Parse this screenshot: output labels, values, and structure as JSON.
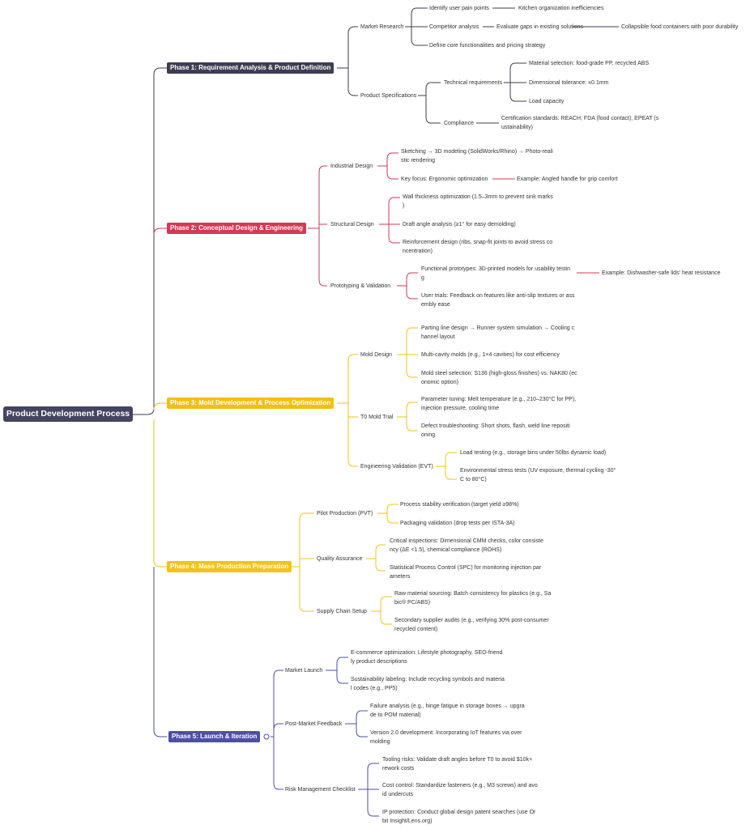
{
  "root": "Product Development Process",
  "colors": {
    "p1": "#3d3d52",
    "p2": "#d23a54",
    "p3": "#f0c010",
    "p4": "#f3c316",
    "p5": "#4e4fa3"
  },
  "p1": {
    "title": "Phase 1: Requirement Analysis & Product Definition",
    "market_research": "Market Research",
    "identify": "Identify user pain points",
    "kitchen": "Kitchen organization inefficiencies",
    "competitor": "Competitor analysis",
    "evaluate": "Evaluate gaps in existing solutions",
    "collapsible": "Collapsible food containers with poor durability",
    "define": "Define core functionalities and pricing strategy",
    "product_specs": "Product Specifications",
    "technical": "Technical requirements",
    "material": "Material selection: food-grade PP, recycled ABS",
    "dimensional": "Dimensional tolerance: ±0.1mm",
    "load": "Load capacity",
    "compliance": "Compliance",
    "cert": "Certification standards: REACH, FDA (food contact), EPEAT (s\nustainability)"
  },
  "p2": {
    "title": "Phase 2: Conceptual Design & Engineering",
    "industrial": "Industrial Design",
    "sketching": "Sketching → 3D modeling (SolidWorks/Rhino) → Photo-reali\nstic rendering",
    "keyfocus": "Key focus: Ergonomic optimization",
    "angled": "Example: Angled handle for grip comfort",
    "structural": "Structural Design",
    "wall": "Wall thickness optimization (1.5–3mm to prevent sink marks\n)",
    "draft": "Draft angle analysis (≥1° for easy demolding)",
    "reinforce": "Reinforcement design (ribs, snap-fit joints to avoid stress co\nncentration)",
    "prototyping": "Prototyping & Validation",
    "functional": "Functional prototypes: 3D-printed models for usability testin\ng",
    "dishwasher": "Example: Dishwasher-safe lids' heat resistance",
    "usertrials": "User trials: Feedback on features like anti-slip textures or ass\nembly ease"
  },
  "p3": {
    "title": "Phase 3: Mold Development & Process Optimization",
    "mold_design": "Mold Design",
    "parting": "Parting line design → Runner system simulation → Cooling c\nhannel layout",
    "multicavity": "Multi-cavity molds (e.g., 1×4 cavities) for cost efficiency",
    "steel": "Mold steel selection: S136 (high-gloss finishes) vs. NAK80 (ec\nonomic option)",
    "t0": "T0 Mold Trial",
    "parameter": "Parameter tuning: Melt temperature (e.g., 210–230°C for PP),\ninjection pressure, cooling time",
    "defect": "Defect troubleshooting: Short shots, flash, weld line repositi\noning",
    "evt": "Engineering Validation (EVT)",
    "loadtest": "Load testing (e.g., storage bins under 50lbs dynamic load)",
    "envstress": "Environmental stress tests (UV exposure, thermal cycling -30°\nC to 80°C)"
  },
  "p4": {
    "title": "Phase 4: Mass Production Preparation",
    "pilot": "Pilot Production (PVT)",
    "process": "Process stability verification (target yield ≥98%)",
    "packaging": "Packaging validation (drop tests per ISTA-3A)",
    "qa": "Quality Assurance",
    "critical": "Critical inspections: Dimensional CMM checks, color consiste\nncy (ΔE <1.5), chemical compliance (ROHS)",
    "spc": "Statistical Process Control (SPC) for monitoring injection par\nameters",
    "supply": "Supply Chain Setup",
    "raw": "Raw material sourcing: Batch consistency for plastics (e.g., Sa\nbic® PC/ABS)",
    "secondary": "Secondary supplier audits (e.g., verifying 30% post-consumer\nrecycled content)"
  },
  "p5": {
    "title": "Phase 5: Launch & Iteration",
    "market_launch": "Market Launch",
    "ecommerce": "E-commerce optimization: Lifestyle photography, SEO-friend\nly product descriptions",
    "sustain": "Sustainability labeling: Include recycling symbols and materia\nl codes (e.g., PP5)",
    "postmarket": "Post-Market Feedback",
    "failure": "Failure analysis (e.g., hinge fatigue in storage boxes → upgra\nde to POM material)",
    "version": "Version 2.0 development: Incorporating IoT features via over\nmolding",
    "risk": "Risk Management Checklist",
    "tooling": "Tooling risks: Validate draft angles before T0 to avoid $10k+\nrework costs",
    "cost": "Cost control: Standardize fasteners (e.g., M3 screws) and avo\nid undercuts",
    "ip": "IP protection: Conduct global design patent searches (use Or\nbit Insight/Lens.org)"
  }
}
